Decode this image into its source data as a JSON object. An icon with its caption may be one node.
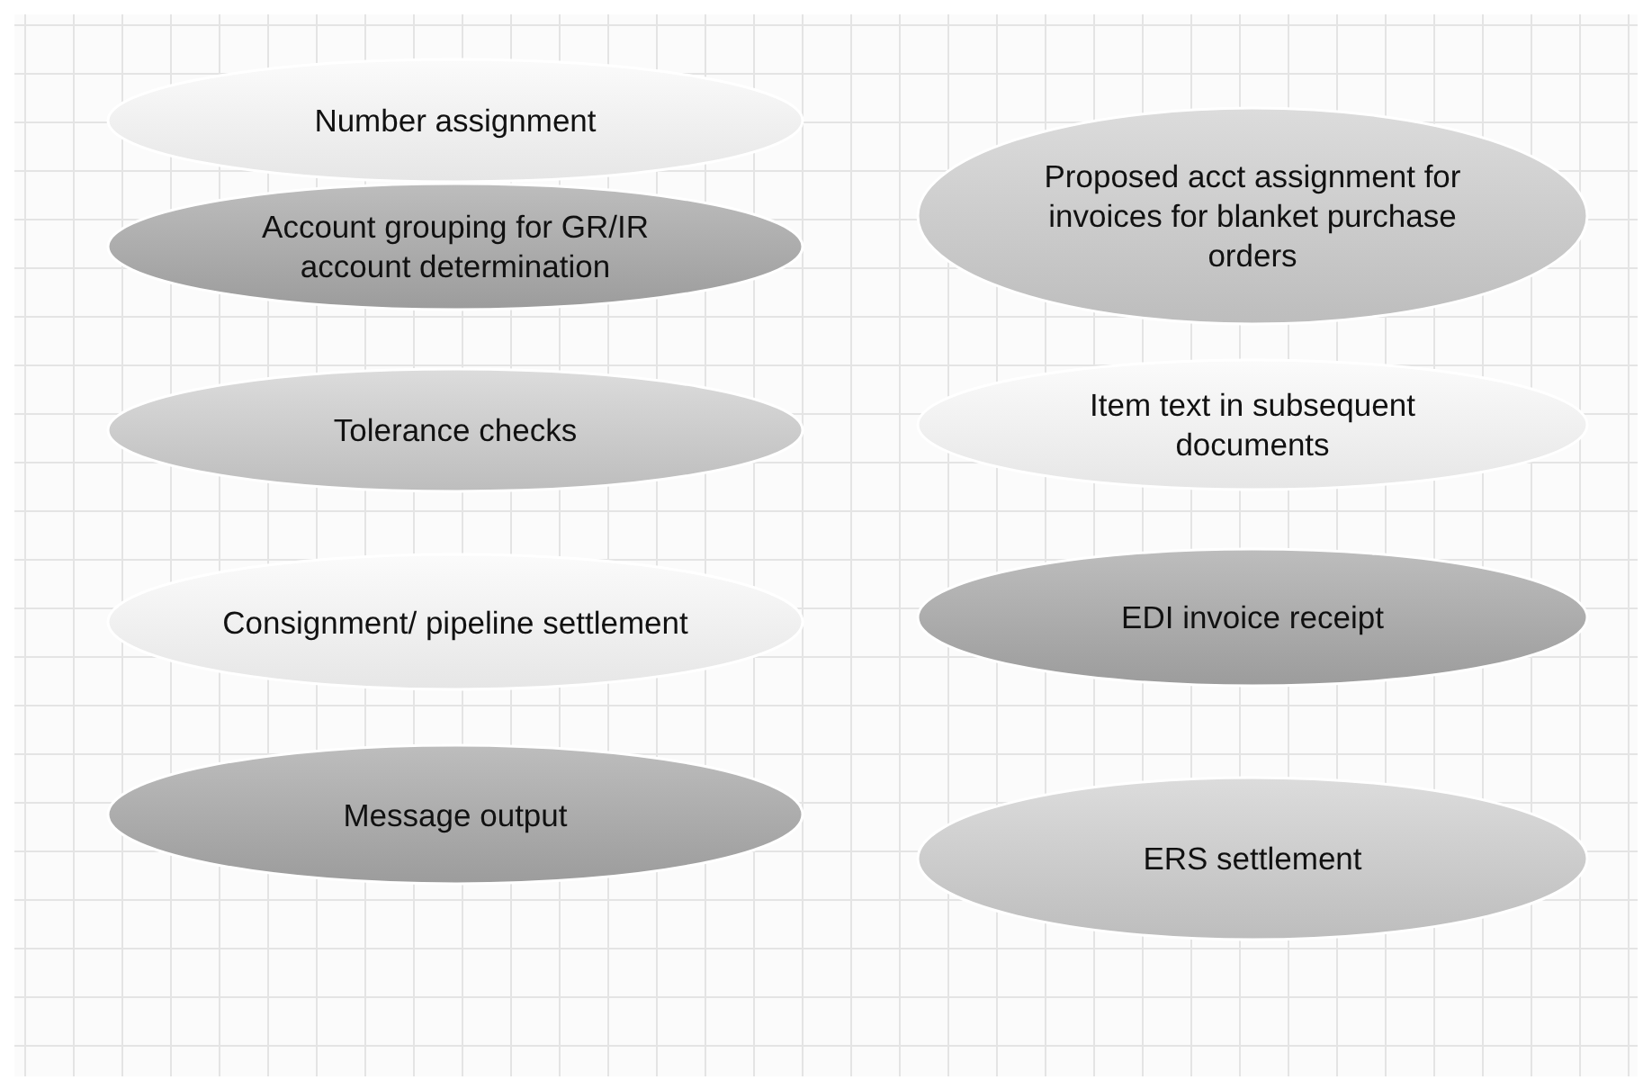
{
  "diagram": {
    "nodes": [
      {
        "text": [
          "Number assignment"
        ]
      },
      {
        "text": [
          "Account grouping for GR/IR account determination"
        ]
      },
      {
        "text": [
          "Tolerance checks"
        ]
      },
      {
        "text": [
          "Consignment/ pipeline settlement"
        ]
      },
      {
        "text": [
          "Message output"
        ]
      },
      {
        "text": [
          "Proposed acct assignment for invoices for blanket purchase orders"
        ]
      },
      {
        "text": [
          "Item text in subsequent documents"
        ]
      },
      {
        "text": [
          "EDI invoice receipt"
        ]
      },
      {
        "text": [
          "ERS settlement"
        ]
      }
    ]
  }
}
